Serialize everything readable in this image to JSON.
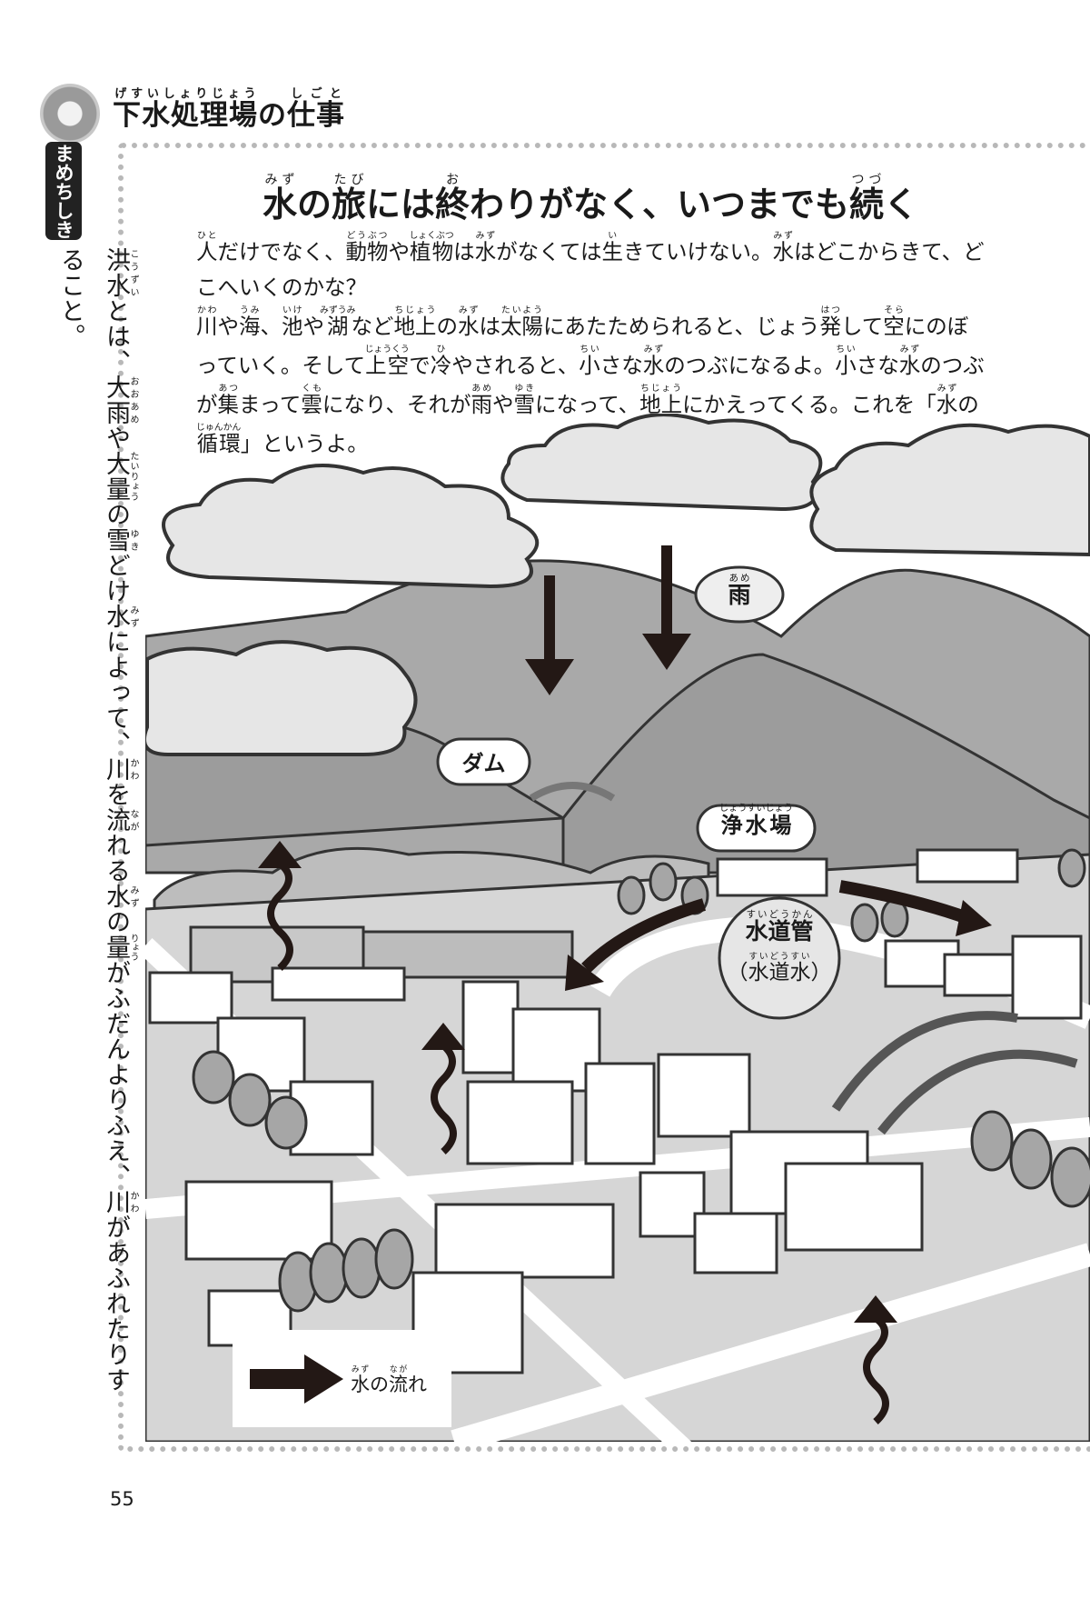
{
  "header": {
    "title": [
      {
        "t": "下水処理場",
        "r": "げすいしょりじょう"
      },
      {
        "t": "の"
      },
      {
        "t": "仕事",
        "r": "しごと"
      }
    ]
  },
  "sidebar": {
    "tag": "まめちしき",
    "text": [
      {
        "t": "洪水",
        "r": "こうずい"
      },
      {
        "t": "とは、"
      },
      {
        "t": "大雨",
        "r": "おおあめ"
      },
      {
        "t": "や"
      },
      {
        "t": "大量",
        "r": "たいりょう"
      },
      {
        "t": "の"
      },
      {
        "t": "雪",
        "r": "ゆき"
      },
      {
        "t": "どけ"
      },
      {
        "t": "水",
        "r": "みず"
      },
      {
        "t": "によって、"
      },
      {
        "t": "川",
        "r": "かわ"
      },
      {
        "t": "を"
      },
      {
        "t": "流",
        "r": "なが"
      },
      {
        "t": "れる"
      },
      {
        "t": "水",
        "r": "みず"
      },
      {
        "t": "の"
      },
      {
        "t": "量",
        "r": "りょう"
      },
      {
        "t": "がふだんよりふえ、"
      },
      {
        "t": "川",
        "r": "かわ"
      },
      {
        "t": "があふれたりすること。"
      }
    ]
  },
  "main": {
    "heading": [
      {
        "t": "水",
        "r": "みず"
      },
      {
        "t": "の"
      },
      {
        "t": "旅",
        "r": "たび"
      },
      {
        "t": "には"
      },
      {
        "t": "終",
        "r": "お"
      },
      {
        "t": "わりがなく、いつまでも"
      },
      {
        "t": "続",
        "r": "つづ"
      },
      {
        "t": "く"
      }
    ],
    "lines": [
      [
        {
          "t": "人",
          "r": "ひと"
        },
        {
          "t": "だけでなく、"
        },
        {
          "t": "動物",
          "r": "どうぶつ"
        },
        {
          "t": "や"
        },
        {
          "t": "植物",
          "r": "しょくぶつ"
        },
        {
          "t": "は"
        },
        {
          "t": "水",
          "r": "みず"
        },
        {
          "t": "がなくては"
        },
        {
          "t": "生",
          "r": "い"
        },
        {
          "t": "きていけない。"
        },
        {
          "t": "水",
          "r": "みず"
        },
        {
          "t": "はどこからきて、ど"
        }
      ],
      [
        {
          "t": "こへいくのかな？"
        }
      ],
      [
        {
          "t": "川",
          "r": "かわ"
        },
        {
          "t": "や"
        },
        {
          "t": "海",
          "r": "うみ"
        },
        {
          "t": "、"
        },
        {
          "t": "池",
          "r": "いけ"
        },
        {
          "t": "や"
        },
        {
          "t": "湖",
          "r": "みずうみ"
        },
        {
          "t": "など"
        },
        {
          "t": "地上",
          "r": "ちじょう"
        },
        {
          "t": "の"
        },
        {
          "t": "水",
          "r": "みず"
        },
        {
          "t": "は"
        },
        {
          "t": "太陽",
          "r": "たいよう"
        },
        {
          "t": "にあたためられると、じょう"
        },
        {
          "t": "発",
          "r": "はつ"
        },
        {
          "t": "して"
        },
        {
          "t": "空",
          "r": "そら"
        },
        {
          "t": "にのぼ"
        }
      ],
      [
        {
          "t": "っていく。そして"
        },
        {
          "t": "上空",
          "r": "じょうくう"
        },
        {
          "t": "で"
        },
        {
          "t": "冷",
          "r": "ひ"
        },
        {
          "t": "やされると、"
        },
        {
          "t": "小",
          "r": "ちい"
        },
        {
          "t": "さな"
        },
        {
          "t": "水",
          "r": "みず"
        },
        {
          "t": "のつぶになるよ。"
        },
        {
          "t": "小",
          "r": "ちい"
        },
        {
          "t": "さな"
        },
        {
          "t": "水",
          "r": "みず"
        },
        {
          "t": "のつぶ"
        }
      ],
      [
        {
          "t": "が"
        },
        {
          "t": "集",
          "r": "あつ"
        },
        {
          "t": "まって"
        },
        {
          "t": "雲",
          "r": "くも"
        },
        {
          "t": "になり、それが"
        },
        {
          "t": "雨",
          "r": "あめ"
        },
        {
          "t": "や"
        },
        {
          "t": "雪",
          "r": "ゆき"
        },
        {
          "t": "になって、"
        },
        {
          "t": "地上",
          "r": "ちじょう"
        },
        {
          "t": "にかえってくる。これを「"
        },
        {
          "t": "水",
          "r": "みず"
        },
        {
          "t": "の"
        }
      ],
      [
        {
          "t": "循環",
          "r": "じゅんかん"
        },
        {
          "t": "」というよ。"
        }
      ]
    ]
  },
  "illustration": {
    "labels": {
      "rain": [
        {
          "t": "雨",
          "r": "あめ"
        }
      ],
      "dam": [
        {
          "t": "ダム"
        }
      ],
      "purification": [
        {
          "t": "浄水場",
          "r": "じょうすいじょう"
        }
      ],
      "pipe": [
        {
          "t": "水道管",
          "r": "すいどうかん"
        }
      ],
      "tapwater": [
        {
          "t": "（"
        },
        {
          "t": "水道水",
          "r": "すいどうすい"
        },
        {
          "t": "）"
        }
      ]
    },
    "legend": [
      {
        "t": "水",
        "r": "みず"
      },
      {
        "t": "の"
      },
      {
        "t": "流",
        "r": "なが"
      },
      {
        "t": "れ"
      }
    ],
    "colors": {
      "arrow": "#231815",
      "mountain_dark": "#9c9c9c",
      "mountain_light": "#bdbdbd",
      "ground": "#d6d6d6"
    }
  },
  "footer": {
    "page_number": "55"
  }
}
